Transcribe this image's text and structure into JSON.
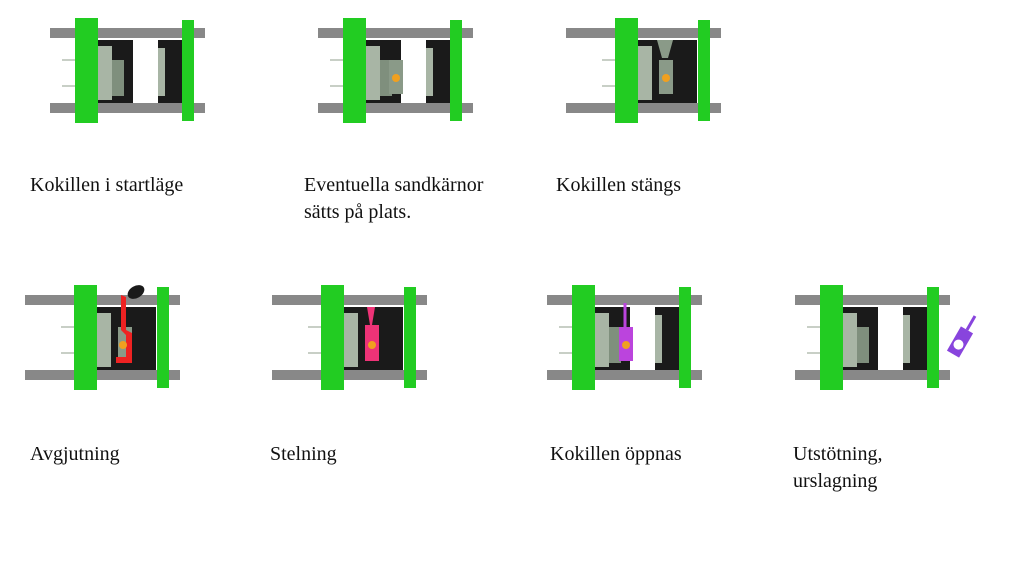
{
  "title": "Kokillgjutning – processteg",
  "colors": {
    "platen": "#22cc22",
    "rail": "#888888",
    "die": "#1a1a1a",
    "core": "#9aaa98",
    "metal": "#ee2222",
    "pour": "#ee3377",
    "opened": "#bb44dd",
    "ejected": "#8844dd",
    "dot": "#f0a020"
  },
  "steps": [
    {
      "caption": "Kokillen i startläge",
      "state": "open",
      "part": "none"
    },
    {
      "caption": "Eventuella sandkärnor sätts på plats.",
      "caption_lines": [
        "Eventuella sandkärnor",
        "sätts på plats."
      ],
      "state": "open",
      "part": "core"
    },
    {
      "caption": "Kokillen stängs",
      "state": "closed",
      "part": "core"
    },
    {
      "caption": "Avgjutning",
      "state": "closed",
      "part": "pouring"
    },
    {
      "caption": "Stelning",
      "state": "closed",
      "part": "solidifying"
    },
    {
      "caption": "Kokillen öppnas",
      "state": "open",
      "part": "casting"
    },
    {
      "caption": "Utstötning, urslagning",
      "caption_lines": [
        "Utstötning,",
        "urslagning"
      ],
      "state": "open",
      "part": "ejected"
    }
  ]
}
